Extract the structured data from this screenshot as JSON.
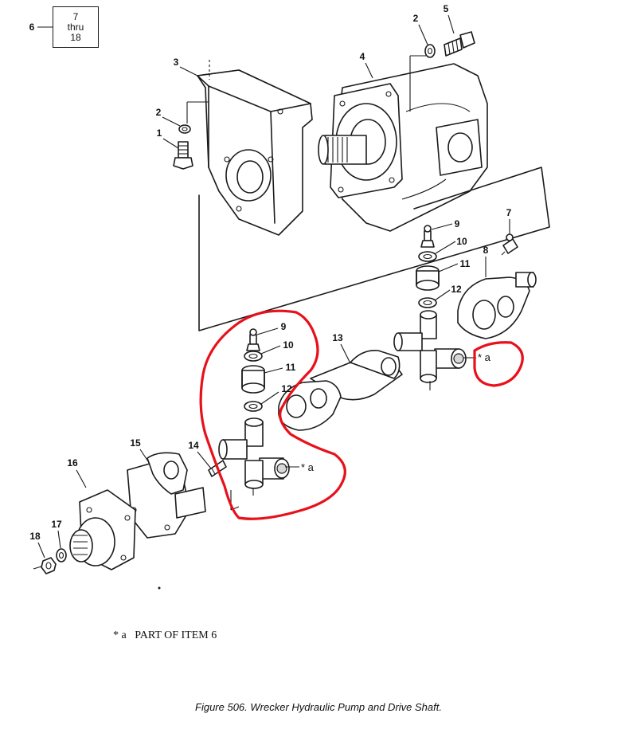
{
  "range_box": {
    "item": "6",
    "from": "7",
    "thru_label": "thru",
    "to": "18"
  },
  "callouts": {
    "c1": "1",
    "c2a": "2",
    "c2b": "2",
    "c3": "3",
    "c4": "4",
    "c5": "5",
    "c7": "7",
    "c8": "8",
    "c9a": "9",
    "c10a": "10",
    "c11a": "11",
    "c12a": "12",
    "c9b": "9",
    "c10b": "10",
    "c11b": "11",
    "c12b": "12",
    "c13": "13",
    "c14": "14",
    "c15": "15",
    "c16": "16",
    "c17": "17",
    "c18": "18"
  },
  "markers": {
    "star_a_left": "* a",
    "star_a_right": "* a"
  },
  "footnote": "* a   PART OF ITEM 6",
  "caption": "Figure 506.  Wrecker Hydraulic Pump and Drive Shaft.",
  "colors": {
    "highlight": "#e8101a",
    "ink": "#1a1a1a"
  }
}
